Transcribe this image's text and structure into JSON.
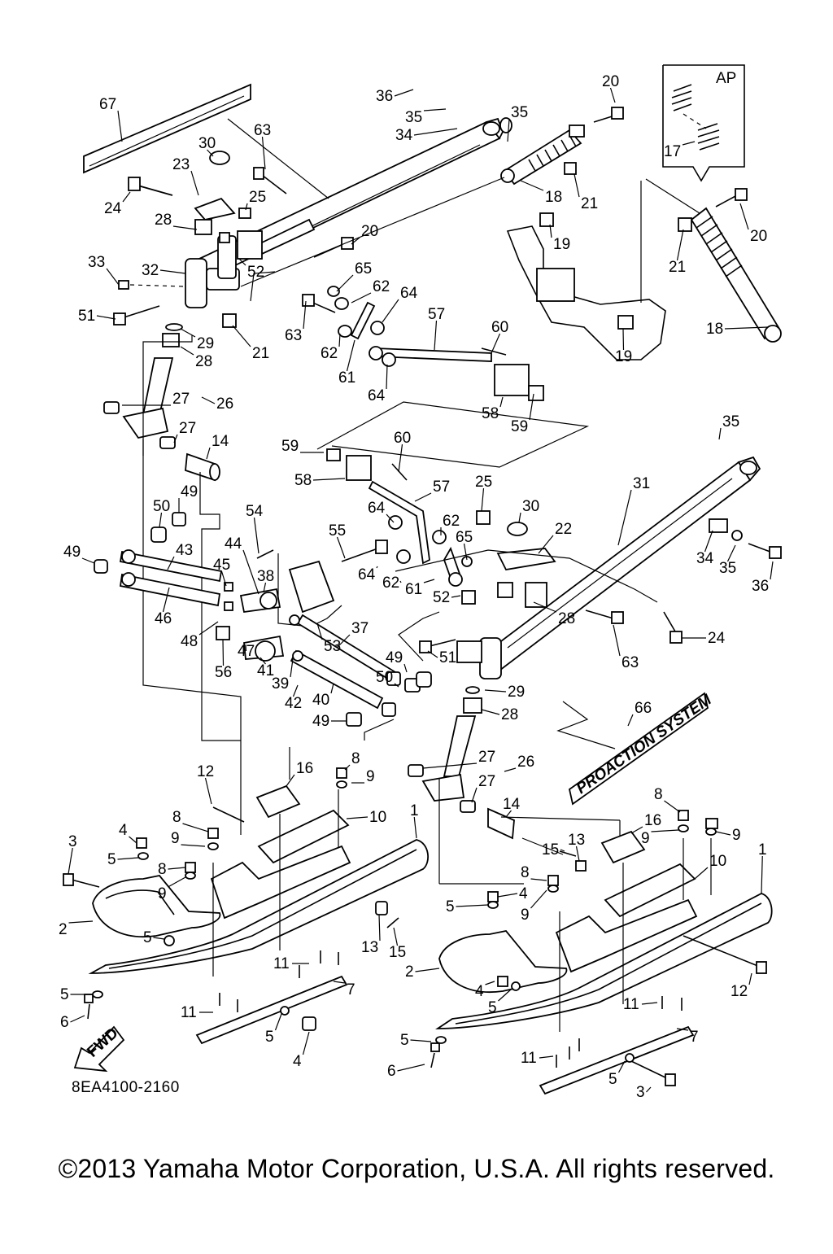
{
  "diagram": {
    "code": "8EA4100-2160",
    "copyright": "©2013 Yamaha Motor Corporation, U.S.A. All rights reserved.",
    "inset_label": "AP",
    "fwd_label": "FWD",
    "decal_text": "PROACTION SYSTEM",
    "callouts": [
      {
        "id": "c67",
        "text": "67"
      },
      {
        "id": "c36a",
        "text": "36"
      },
      {
        "id": "c35a",
        "text": "35"
      },
      {
        "id": "c34a",
        "text": "34"
      },
      {
        "id": "c35b",
        "text": "35"
      },
      {
        "id": "c20a",
        "text": "20"
      },
      {
        "id": "c17",
        "text": "17"
      },
      {
        "id": "c20b",
        "text": "20"
      },
      {
        "id": "c63a",
        "text": "63"
      },
      {
        "id": "c30a",
        "text": "30"
      },
      {
        "id": "c23",
        "text": "23"
      },
      {
        "id": "c24a",
        "text": "24"
      },
      {
        "id": "c25a",
        "text": "25"
      },
      {
        "id": "c28a",
        "text": "28"
      },
      {
        "id": "c20c",
        "text": "20"
      },
      {
        "id": "c18a",
        "text": "18"
      },
      {
        "id": "c21a",
        "text": "21"
      },
      {
        "id": "c19a",
        "text": "19"
      },
      {
        "id": "c21b",
        "text": "21"
      },
      {
        "id": "c18b",
        "text": "18"
      },
      {
        "id": "c33",
        "text": "33"
      },
      {
        "id": "c32",
        "text": "32"
      },
      {
        "id": "c52a",
        "text": "52"
      },
      {
        "id": "c65a",
        "text": "65"
      },
      {
        "id": "c62a",
        "text": "62"
      },
      {
        "id": "c64a",
        "text": "64"
      },
      {
        "id": "c57a",
        "text": "57"
      },
      {
        "id": "c51a",
        "text": "51"
      },
      {
        "id": "c63b",
        "text": "63"
      },
      {
        "id": "c29a",
        "text": "29"
      },
      {
        "id": "c28b",
        "text": "28"
      },
      {
        "id": "c21c",
        "text": "21"
      },
      {
        "id": "c62b",
        "text": "62"
      },
      {
        "id": "c61a",
        "text": "61"
      },
      {
        "id": "c60a",
        "text": "60"
      },
      {
        "id": "c19b",
        "text": "19"
      },
      {
        "id": "c64b",
        "text": "64"
      },
      {
        "id": "c27a",
        "text": "27"
      },
      {
        "id": "c26a",
        "text": "26"
      },
      {
        "id": "c58a",
        "text": "58"
      },
      {
        "id": "c59a",
        "text": "59"
      },
      {
        "id": "c27b",
        "text": "27"
      },
      {
        "id": "c35c",
        "text": "35"
      },
      {
        "id": "c14a",
        "text": "14"
      },
      {
        "id": "c60b",
        "text": "60"
      },
      {
        "id": "c59b",
        "text": "59"
      },
      {
        "id": "c58b",
        "text": "58"
      },
      {
        "id": "c57b",
        "text": "57"
      },
      {
        "id": "c25b",
        "text": "25"
      },
      {
        "id": "c31",
        "text": "31"
      },
      {
        "id": "c50a",
        "text": "50"
      },
      {
        "id": "c49a",
        "text": "49"
      },
      {
        "id": "c54",
        "text": "54"
      },
      {
        "id": "c64c",
        "text": "64"
      },
      {
        "id": "c62c",
        "text": "62"
      },
      {
        "id": "c30b",
        "text": "30"
      },
      {
        "id": "c22",
        "text": "22"
      },
      {
        "id": "c55",
        "text": "55"
      },
      {
        "id": "c65b",
        "text": "65"
      },
      {
        "id": "c34b",
        "text": "34"
      },
      {
        "id": "c35d",
        "text": "35"
      },
      {
        "id": "c36b",
        "text": "36"
      },
      {
        "id": "c49b",
        "text": "49"
      },
      {
        "id": "c43",
        "text": "43"
      },
      {
        "id": "c44",
        "text": "44"
      },
      {
        "id": "c45",
        "text": "45"
      },
      {
        "id": "c38",
        "text": "38"
      },
      {
        "id": "c64d",
        "text": "64"
      },
      {
        "id": "c62d",
        "text": "62"
      },
      {
        "id": "c61b",
        "text": "61"
      },
      {
        "id": "c52b",
        "text": "52"
      },
      {
        "id": "c46",
        "text": "46"
      },
      {
        "id": "c48",
        "text": "48"
      },
      {
        "id": "c53",
        "text": "53"
      },
      {
        "id": "c37",
        "text": "37"
      },
      {
        "id": "c28c",
        "text": "28"
      },
      {
        "id": "c24b",
        "text": "24"
      },
      {
        "id": "c47",
        "text": "47"
      },
      {
        "id": "c41",
        "text": "41"
      },
      {
        "id": "c51b",
        "text": "51"
      },
      {
        "id": "c63c",
        "text": "63"
      },
      {
        "id": "c56",
        "text": "56"
      },
      {
        "id": "c39",
        "text": "39"
      },
      {
        "id": "c49c",
        "text": "49"
      },
      {
        "id": "c50b",
        "text": "50"
      },
      {
        "id": "c42",
        "text": "42"
      },
      {
        "id": "c40",
        "text": "40"
      },
      {
        "id": "c29b",
        "text": "29"
      },
      {
        "id": "c28d",
        "text": "28"
      },
      {
        "id": "c66",
        "text": "66"
      },
      {
        "id": "c49d",
        "text": "49"
      },
      {
        "id": "c8a",
        "text": "8"
      },
      {
        "id": "c9a",
        "text": "9"
      },
      {
        "id": "c12a",
        "text": "12"
      },
      {
        "id": "c16a",
        "text": "16"
      },
      {
        "id": "c27c",
        "text": "27"
      },
      {
        "id": "c26b",
        "text": "26"
      },
      {
        "id": "c27d",
        "text": "27"
      },
      {
        "id": "c8b",
        "text": "8"
      },
      {
        "id": "c8c",
        "text": "8"
      },
      {
        "id": "c9b",
        "text": "9"
      },
      {
        "id": "c10a",
        "text": "10"
      },
      {
        "id": "c1a",
        "text": "1"
      },
      {
        "id": "c14b",
        "text": "14"
      },
      {
        "id": "c16b",
        "text": "16"
      },
      {
        "id": "c9c",
        "text": "9"
      },
      {
        "id": "c9d",
        "text": "9"
      },
      {
        "id": "c4a",
        "text": "4"
      },
      {
        "id": "c3a",
        "text": "3"
      },
      {
        "id": "c5a",
        "text": "5"
      },
      {
        "id": "c8d",
        "text": "8"
      },
      {
        "id": "c9e",
        "text": "9"
      },
      {
        "id": "c15a",
        "text": "15"
      },
      {
        "id": "c13a",
        "text": "13"
      },
      {
        "id": "c10b",
        "text": "10"
      },
      {
        "id": "c1b",
        "text": "1"
      },
      {
        "id": "c8e",
        "text": "8"
      },
      {
        "id": "c4b",
        "text": "4"
      },
      {
        "id": "c5b",
        "text": "5"
      },
      {
        "id": "c9f",
        "text": "9"
      },
      {
        "id": "c2a",
        "text": "2"
      },
      {
        "id": "c5c",
        "text": "5"
      },
      {
        "id": "c13b",
        "text": "13"
      },
      {
        "id": "c15b",
        "text": "15"
      },
      {
        "id": "c11a",
        "text": "11"
      },
      {
        "id": "c5d",
        "text": "5"
      },
      {
        "id": "c7a",
        "text": "7"
      },
      {
        "id": "c6a",
        "text": "6"
      },
      {
        "id": "c11b",
        "text": "11"
      },
      {
        "id": "c5e",
        "text": "5"
      },
      {
        "id": "c4c",
        "text": "4"
      },
      {
        "id": "c2b",
        "text": "2"
      },
      {
        "id": "c4d",
        "text": "4"
      },
      {
        "id": "c5f",
        "text": "5"
      },
      {
        "id": "c12b",
        "text": "12"
      },
      {
        "id": "c11c",
        "text": "11"
      },
      {
        "id": "c7b",
        "text": "7"
      },
      {
        "id": "c5g",
        "text": "5"
      },
      {
        "id": "c6b",
        "text": "6"
      },
      {
        "id": "c11d",
        "text": "11"
      },
      {
        "id": "c5h",
        "text": "5"
      },
      {
        "id": "c3b",
        "text": "3"
      }
    ]
  }
}
